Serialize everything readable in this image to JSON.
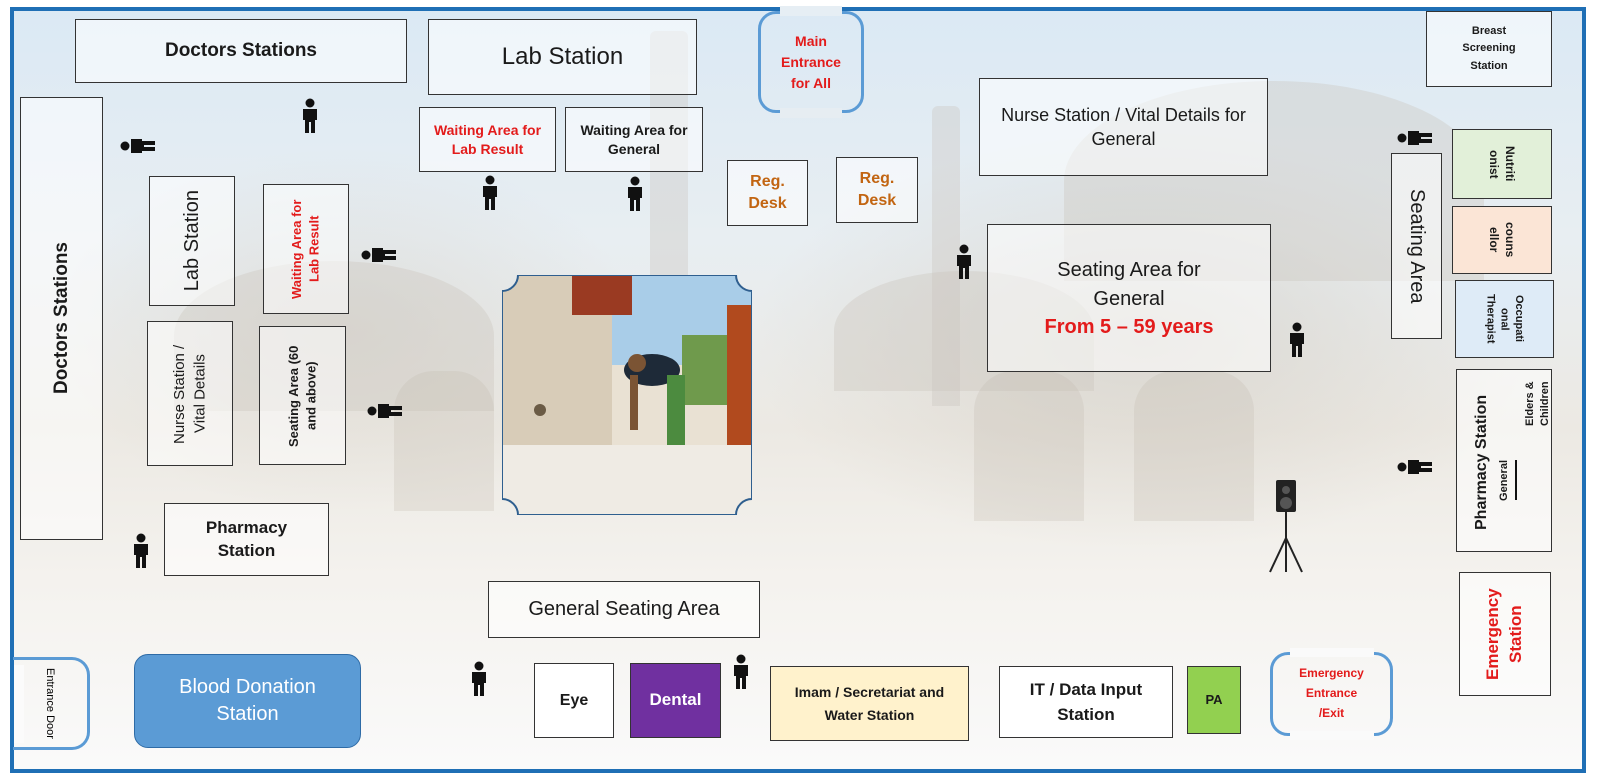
{
  "doctors_stations_top": "Doctors Stations",
  "lab_station_top": "Lab Station",
  "main_entrance": "Main Entrance for All",
  "breast_screening": "Breast Screening Station",
  "doctors_stations_left": "Doctors Stations",
  "waiting_lab_top": "Waiting Area for Lab Result",
  "waiting_general_top": "Waiting Area for General",
  "reg_desk_1": "Reg. Desk",
  "reg_desk_2": "Reg. Desk",
  "nurse_station_general": "Nurse Station / Vital Details for General",
  "nutritionist": "Nutriti onist",
  "counsellor": "couns ellor",
  "occupational_therapist": "Occupati onal Therapist",
  "seating_area_right": "Seating Area",
  "lab_station_left": "Lab Station",
  "waiting_lab_left": "Waiting Area for Lab Result",
  "seating_general_title": "Seating Area for General",
  "seating_general_ages": "From 5 – 59 years",
  "nurse_station_left": "Nurse Station / Vital Details",
  "seating_60": "Seating Area (60 and above)",
  "pharmacy_station_right": "Pharmacy Station",
  "pharmacy_elders": "Elders & Children",
  "pharmacy_general": "General",
  "pharmacy_station_left": "Pharmacy Station",
  "general_seating_area": "General Seating Area",
  "emergency_station": "Emergency Station",
  "entrance_door": "Entrance Door",
  "blood_donation": "Blood Donation Station",
  "eye": "Eye",
  "dental": "Dental",
  "imam": "Imam / Secretariat and Water Station",
  "it_data": "IT / Data Input Station",
  "pa": "PA",
  "emergency_entrance": "Emergency Entrance /Exit",
  "colors": {
    "frame_border": "#1f6fb5",
    "red_text": "#e31b1b",
    "orange_text": "#c26512",
    "blood_donation_fill": "#5b9bd5",
    "dental_fill": "#7030a0",
    "pa_fill": "#92d050",
    "imam_fill": "#fff2cc",
    "nutritionist_fill": "#e2f0d9",
    "counsellor_fill": "#fbe5d6",
    "occupational_fill": "#deebf7"
  }
}
